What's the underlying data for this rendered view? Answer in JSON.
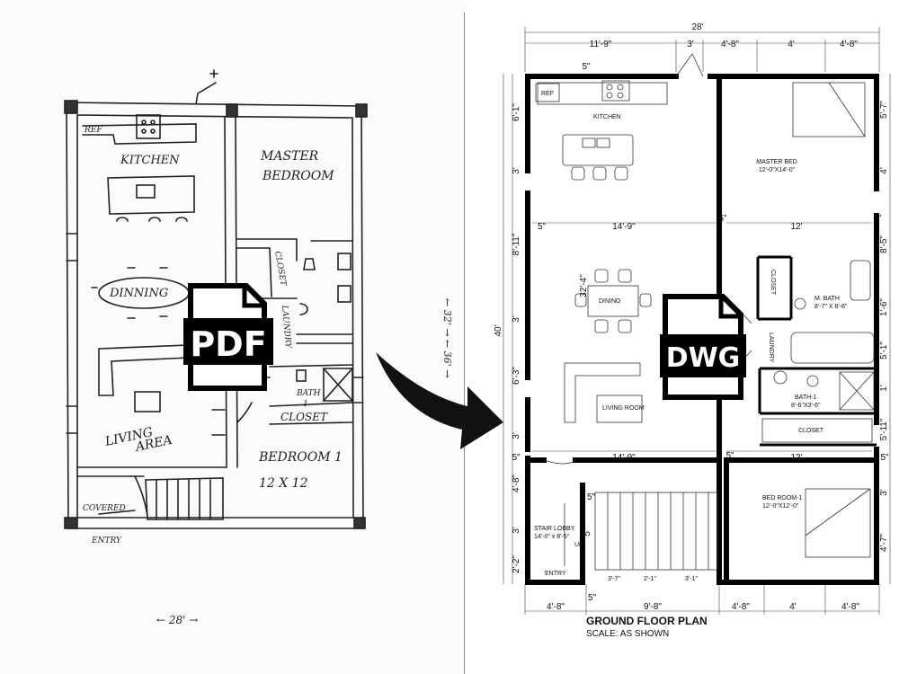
{
  "sketch": {
    "labels": {
      "ref": "REF",
      "kitchen": "KITCHEN",
      "master_bedroom_1": "MASTER",
      "master_bedroom_2": "BEDROOM",
      "dinning": "DINNING",
      "closet_vertical": "CLOSET",
      "laundry": "LAUNDRY",
      "bath_1a": "BATH",
      "bath_1b": "1",
      "closet": "CLOSET",
      "living_area_1": "LIVING",
      "living_area_2": "AREA",
      "bedroom_1": "BEDROOM 1",
      "bedroom_1_size": "12 X 12",
      "covered": "COVERED",
      "entry": "ENTRY",
      "side_dims": "← 32' →  ← 36' →"
    },
    "bottom_scale": "← 28' →"
  },
  "badges": {
    "pdf": "PDF",
    "dwg": "DWG"
  },
  "cad": {
    "top_dims": [
      "28'",
      "11'-9\"",
      "3'",
      "4'-8\"",
      "4'",
      "4'-8\""
    ],
    "wall_note_top": "5\"",
    "left_dims": [
      "6'-1\"",
      "3'",
      "8'-11\"",
      "3'",
      "6'-3\"",
      "3'",
      "5\"",
      "4'-8\"",
      "3'",
      "2'-2\""
    ],
    "total_height": "40'",
    "right_dims": [
      "5'-7\"",
      "4'",
      "8'-5\"",
      "1'-6\"",
      "5'-1\"",
      "1'",
      "5'-11\"",
      "5\"",
      "3'",
      "4'-7\""
    ],
    "interior_dims": {
      "left_wall_1": "5\"",
      "span_1": "14'-9\"",
      "mid_wall_1": "5\"",
      "right_span_1": "12'",
      "right_wall_1": "5\"",
      "dining_dim": "32'-4\"",
      "span_2": "14'-9\"",
      "mid_wall_2": "5\"",
      "right_span_2": "12'",
      "left_wall_2": "5\"",
      "stair_wall_1": "5\"",
      "stair_wall_2": "5\"",
      "bottom_wall": "5\""
    },
    "bottom_dims": [
      "4'-8\"",
      "9'-8\"",
      "4'-8\"",
      "4'",
      "4'-8\""
    ],
    "stair_treads": [
      "3'-7\"",
      "2'-1\"",
      "3'-1\""
    ],
    "rooms": {
      "ref": "REF",
      "kitchen": "KITCHEN",
      "master_bed": "MASTER BED",
      "master_bed_size": "12'-0\"X14'-0\"",
      "closet_vertical": "CLOSET",
      "m_bath": "M. BATH",
      "m_bath_size": "8'-7\" X 8'-8\"",
      "dining": "DINING",
      "laundry": "LAUNDRY",
      "living_room": "LIVING ROOM",
      "bath_1": "BATH-1",
      "bath_1_size": "8'-6\"X3'-6\"",
      "closet": "CLOSET",
      "bed_room_1": "BED ROOM-1",
      "bed_room_1_size": "12'-0\"X12'-0\"",
      "stair_lobby": "STAIR LOBBY",
      "stair_lobby_size": "14'-0\" x 8'-5\"",
      "up": "UP",
      "entry": "ENTRY"
    }
  },
  "title": {
    "heading": "GROUND FLOOR PLAN",
    "scale": "SCALE: AS SHOWN"
  }
}
